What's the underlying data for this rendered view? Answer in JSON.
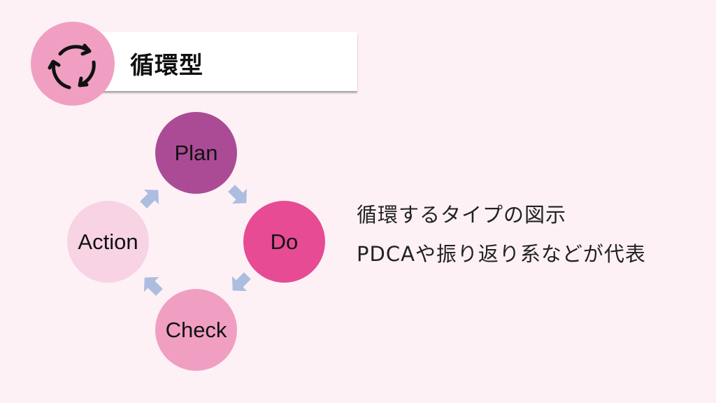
{
  "header": {
    "title": "循環型",
    "icon": "cycle-arrows-icon",
    "icon_circle_color": "#f09fc3"
  },
  "diagram": {
    "type": "cycle",
    "arrow_color": "#adbde0",
    "nodes": [
      {
        "label": "Plan",
        "color": "#ab4b95"
      },
      {
        "label": "Do",
        "color": "#e64b94"
      },
      {
        "label": "Check",
        "color": "#f09fc3"
      },
      {
        "label": "Action",
        "color": "#f8d3e4"
      }
    ]
  },
  "description": {
    "lines": [
      "循環するタイプの図示",
      "PDCAや振り返り系などが代表"
    ]
  }
}
